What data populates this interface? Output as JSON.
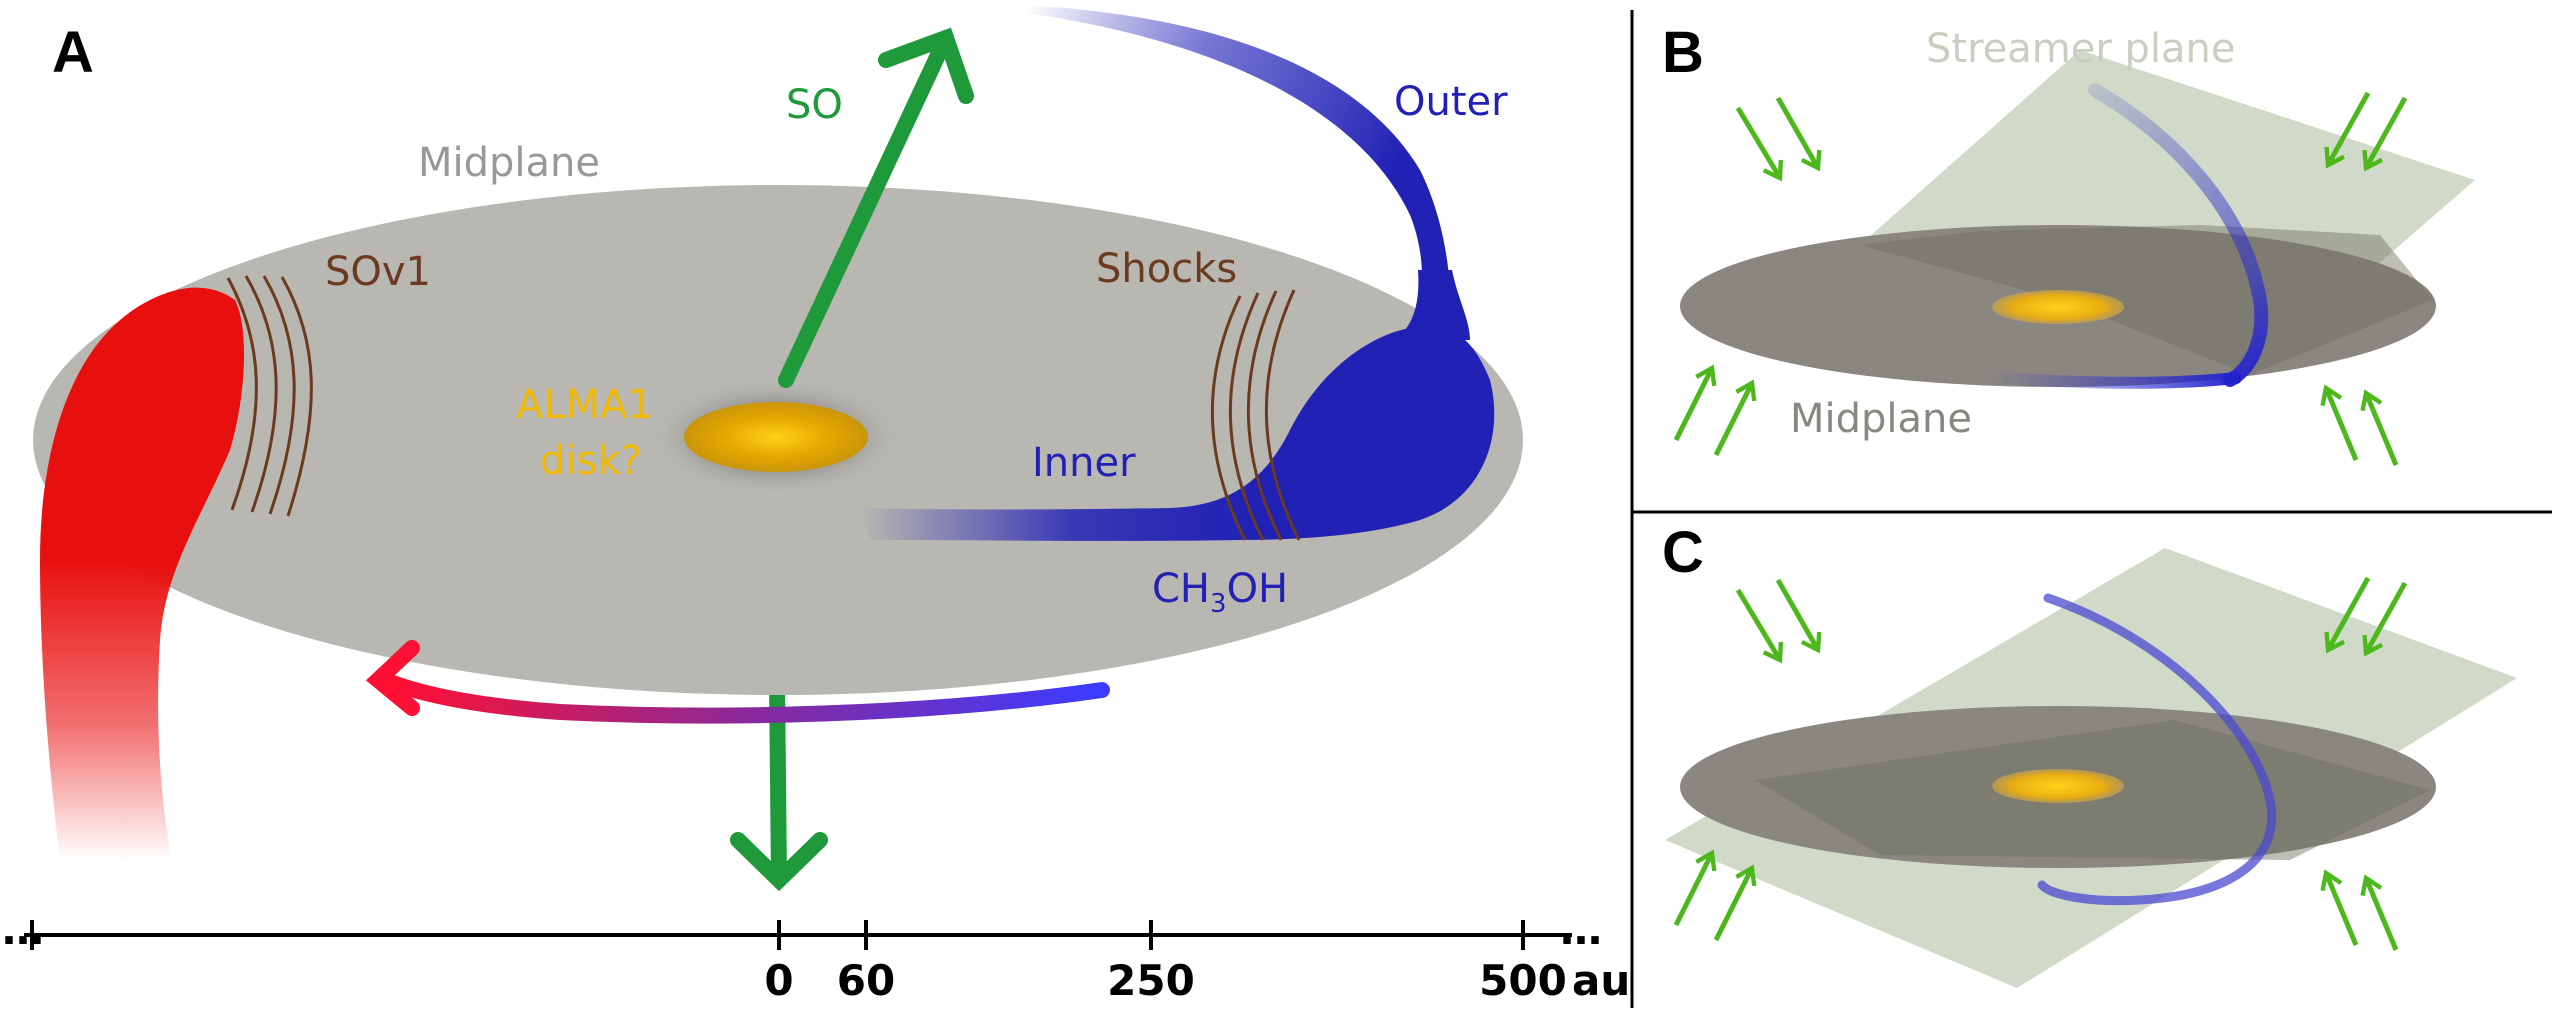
{
  "panels": {
    "a": {
      "letter": "A",
      "midplane": "Midplane",
      "so": "SO",
      "outer": "Outer",
      "sov1": "SOv1",
      "shocks": "Shocks",
      "alma_line1": "ALMA1",
      "alma_line2": "disk?",
      "inner": "Inner",
      "ch3oh_pre": "CH",
      "ch3oh_sub": "3",
      "ch3oh_post": "OH"
    },
    "b": {
      "letter": "B",
      "streamer_plane": "Streamer plane",
      "midplane": "Midplane"
    },
    "c": {
      "letter": "C"
    }
  },
  "scale_axis": {
    "ticks": [
      "0",
      "60",
      "250",
      "500"
    ],
    "unit": "au",
    "ellipsis_left": "…",
    "ellipsis_right": "…"
  },
  "colors": {
    "midplane_disk": "#b9b7b1",
    "so_arrow": "#1e9a3a",
    "outer_streamer": "#2121b5",
    "sov1_streamer": "#e8100f",
    "shocks": "#6b3a1f",
    "alma_disk": "#f0b800",
    "streamer_plane": "#c9d3c0",
    "inflow_arrows": "#4cb81c"
  }
}
